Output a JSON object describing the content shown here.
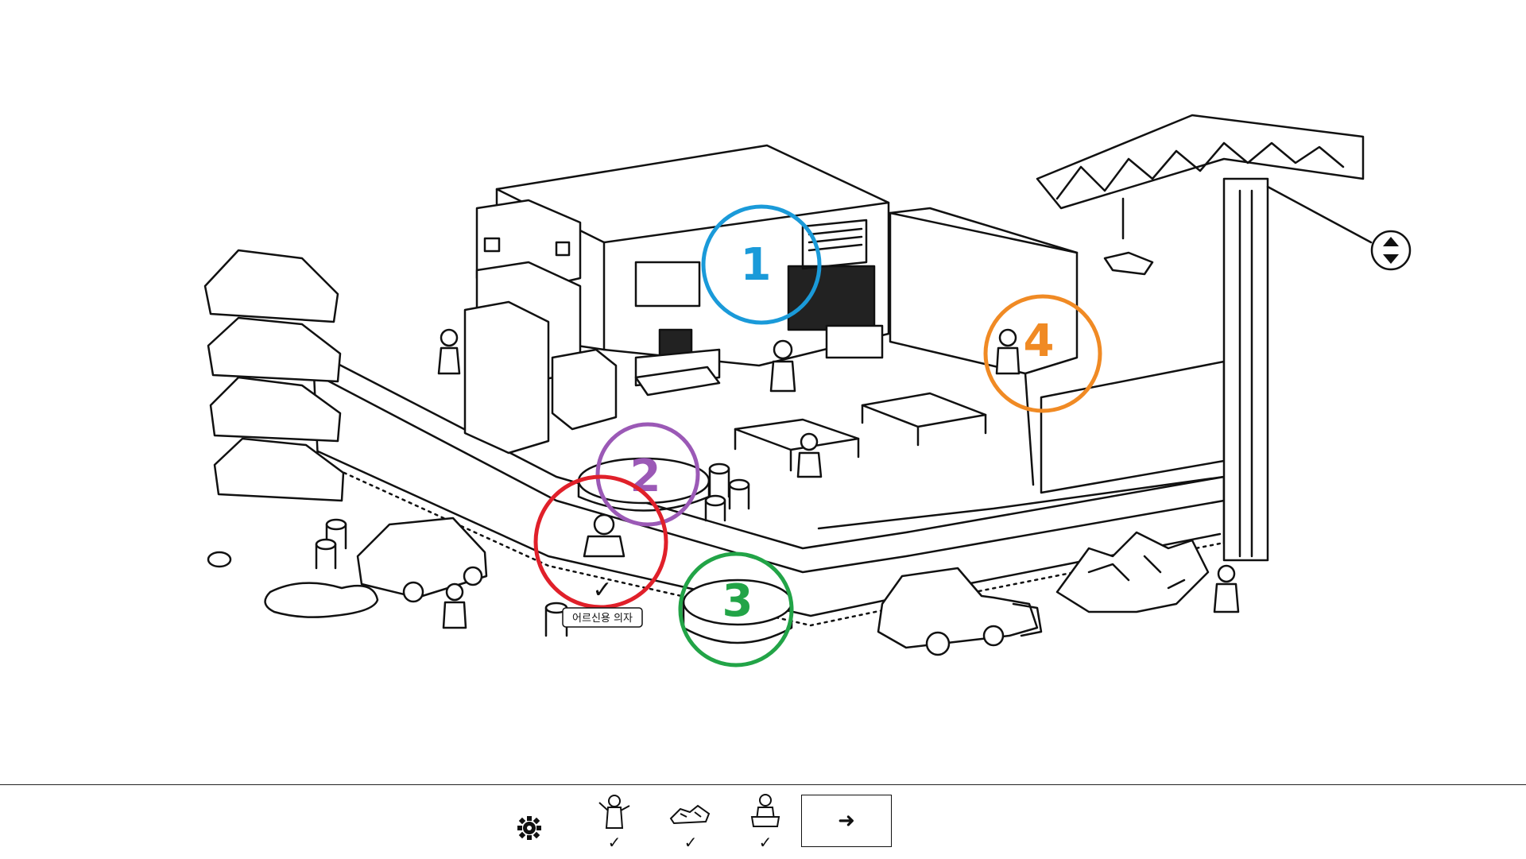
{
  "scene": {
    "markers": [
      {
        "number": "1",
        "color": "#1a9ad9"
      },
      {
        "number": "2",
        "color": "#9b59b6"
      },
      {
        "number": "3",
        "color": "#22a447"
      },
      {
        "number": "4",
        "color": "#f08a24"
      }
    ],
    "found_marker": {
      "color": "#e0202a",
      "checkmark": "✓"
    },
    "tooltip_label": "어르신용 의자",
    "crane_control_icon": "up-down-arrows-icon"
  },
  "bottom_bar": {
    "settings_icon": "gear-icon",
    "targets": [
      {
        "name": "conductor-figure",
        "found": true,
        "check": "✓"
      },
      {
        "name": "rubble-pile",
        "found": true,
        "check": "✓"
      },
      {
        "name": "elder-chair-figure",
        "found": true,
        "check": "✓"
      }
    ],
    "next_label": "➜"
  }
}
